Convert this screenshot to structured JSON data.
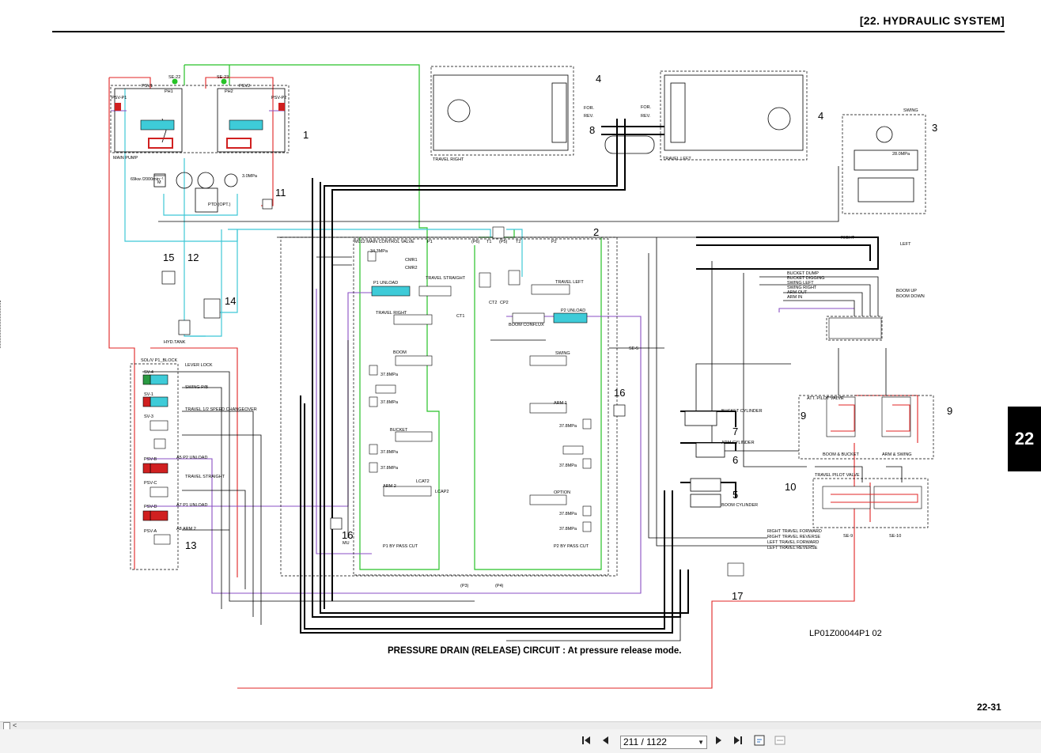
{
  "header": {
    "title": "[22.  HYDRAULIC SYSTEM]"
  },
  "section_tab": "22",
  "caption": "PRESSURE DRAIN (RELEASE) CIRCUIT : At pressure release mode.",
  "drawing_code": "LP01Z00044P1  02",
  "page_number": "22-31",
  "diagram": {
    "callouts": [
      "1",
      "2",
      "3",
      "4",
      "4",
      "5",
      "6",
      "7",
      "8",
      "9",
      "9",
      "10",
      "11",
      "12",
      "13",
      "14",
      "15",
      "16",
      "16",
      "17"
    ],
    "labels": {
      "main_pump": "MAIN PUMP",
      "se22": "SE-22",
      "se23": "SE-23",
      "psv1": "PSV1",
      "psv2": "PSV2",
      "psvp1": "PSV-P1",
      "psvp2": "PSV-P2",
      "ph1": "PH1",
      "ph2": "PH2",
      "motor": "M",
      "engine": "69kw /2000min⁻¹",
      "ptd": "PTD (OPT.)",
      "hyd_tank": "HYD.TANK",
      "p30": "3.0MPa",
      "travel_right": "TRAVEL RIGHT",
      "travel_left": "TRAVEL LEFT",
      "swing": "SWING",
      "p28": "28.0MPa",
      "mcv": "M012 MAIN CONTROL VALVE",
      "p343": "34.3MPa",
      "cmr1": "CMR1",
      "cmr2": "CMR2",
      "p1_unload": "P1 UNLOAD",
      "travel_straight": "TRAVEL STRAIGHT",
      "travel_right_spool": "TRAVEL RIGHT",
      "travel_left_spool": "TRAVEL LEFT",
      "p2_unload": "P2 UNLOAD",
      "boom_conflux": "BOOM CONFLUX",
      "boom": "BOOM",
      "bucket": "BUCKET",
      "arm2": "ARM 2",
      "arm1": "ARM 1",
      "swing_spool": "SWING",
      "option": "OPTION",
      "p378": "37.8MPa",
      "p1_bypass": "P1 BY PASS CUT",
      "p2_bypass": "P2 BY PASS CUT",
      "mu": "MU",
      "solv": "SOL/V P1_BLOCK",
      "lever_lock": "LEVER LOCK",
      "swing_pb": "SWING P/B",
      "travel_speed": "TRAVEL 1/2 SPEED CHANGEOVER",
      "a5": "A5  P2 UNLOAD",
      "travel_straight_sv": "TRAVEL STRAIGHT",
      "a7": "A7  P1 UNLOAD",
      "a8": "A8  ARM 2",
      "sv4": "SV-4",
      "sv1": "SV-1",
      "sv3": "SV-3",
      "psvb": "PSV-B",
      "psvc": "PSV-C",
      "psvd": "PSV-D",
      "psva": "PSV-A",
      "bucket_cyl": "BUCKET CYLINDER",
      "arm_cyl": "ARM CYLINDER",
      "boom_cyl": "BOOM CYLINDER",
      "att_pilot": "ATT. PILOT VALVE",
      "boom_bucket": "BOOM & BUCKET",
      "arm_swing": "ARM & SWING",
      "travel_pilot": "TRAVEL PILOT VALVE",
      "right": "RIGHT",
      "left": "LEFT",
      "bucket_dump": "BUCKET DUMP",
      "bucket_digging": "BUCKET DIGGING",
      "swing_left": "SWING LEFT",
      "swing_right": "SWING RIGHT",
      "arm_out": "ARM OUT",
      "arm_in": "ARM IN",
      "boom_up": "BOOM UP",
      "boom_down": "BOOM DOWN",
      "rtf": "RIGHT TRAVEL FORWARD",
      "rtr": "RIGHT TRAVEL REVERSE",
      "ltf": "LEFT TRAVEL FORWARD",
      "ltr": "LEFT TRAVEL REVERSE",
      "se9": "SE-9",
      "se10": "SE-10",
      "se5": "SE-5",
      "for": "FOR.",
      "rev": "REV.",
      "p1": "P1",
      "p2": "P2",
      "p3": "(P3)",
      "p4": "(P4)",
      "p5": "(P5)",
      "p6": "(P6)",
      "t1": "T1",
      "t2": "T2",
      "ct1": "CT1",
      "ct2": "CT2",
      "cp2": "CP2",
      "lcap2": "LCAP2",
      "lcat2": "LCAT2"
    }
  },
  "viewer": {
    "page_indicator": "211 / 1122",
    "icons": [
      "first-page-icon",
      "prev-page-icon",
      "next-page-icon",
      "last-page-icon",
      "fit-page-icon",
      "fit-width-icon"
    ]
  }
}
